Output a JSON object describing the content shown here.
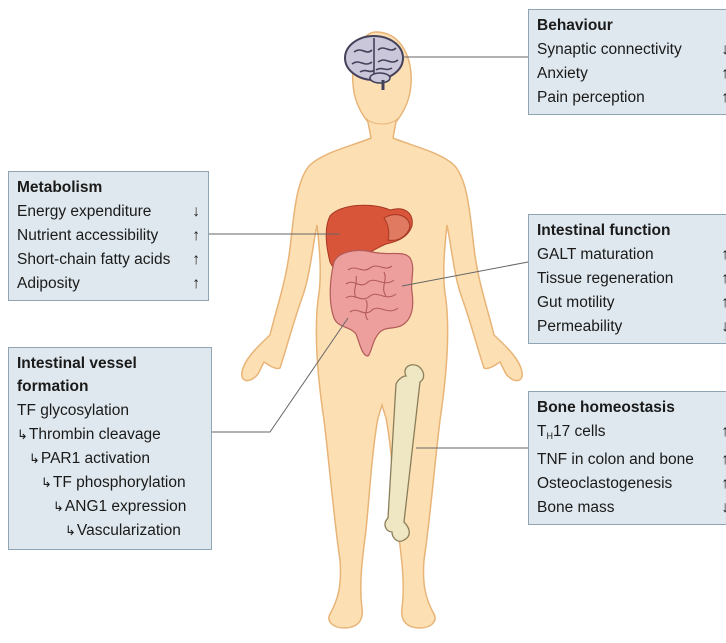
{
  "panels": {
    "behaviour": {
      "title": "Behaviour",
      "items": [
        {
          "label": "Synaptic connectivity",
          "arrow": "↓"
        },
        {
          "label": "Anxiety",
          "arrow": "↑"
        },
        {
          "label": "Pain perception",
          "arrow": "↑"
        }
      ]
    },
    "metabolism": {
      "title": "Metabolism",
      "items": [
        {
          "label": "Energy expenditure",
          "arrow": "↓"
        },
        {
          "label": "Nutrient accessibility",
          "arrow": "↑"
        },
        {
          "label": "Short-chain fatty acids",
          "arrow": "↑"
        },
        {
          "label": "Adiposity",
          "arrow": "↑"
        }
      ]
    },
    "intestinal_function": {
      "title": "Intestinal function",
      "items": [
        {
          "label": "GALT maturation",
          "arrow": "↑"
        },
        {
          "label": "Tissue regeneration",
          "arrow": "↑"
        },
        {
          "label": "Gut motility",
          "arrow": "↑"
        },
        {
          "label": "Permeability",
          "arrow": "↓"
        }
      ]
    },
    "vessel_formation": {
      "title_line1": "Intestinal vessel",
      "title_line2": "formation",
      "steps": [
        "TF glycosylation",
        "Thrombin cleavage",
        "PAR1 activation",
        "TF phosphorylation",
        "ANG1 expression",
        "Vascularization"
      ],
      "step_marker": "↳"
    },
    "bone_homeostasis": {
      "title": "Bone homeostasis",
      "th17_main": "T",
      "th17_sub": "H",
      "th17_rest": "17 cells",
      "th17_arrow": "↑",
      "items": [
        {
          "label": "TNF in colon and bone",
          "arrow": "↑"
        },
        {
          "label": "Osteoclastogenesis",
          "arrow": "↑"
        },
        {
          "label": "Bone mass",
          "arrow": "↓"
        }
      ]
    }
  },
  "colors": {
    "skin": "#fce0b4",
    "skin_outline": "#e8b477",
    "panel_fill": "#dfe8ee",
    "panel_border": "#8fa5b3",
    "liver": "#d8553a",
    "intestine": "#ec9f9c",
    "bone": "#efe6c4",
    "brain": "#c9c7d9",
    "leader_line": "#666666"
  }
}
